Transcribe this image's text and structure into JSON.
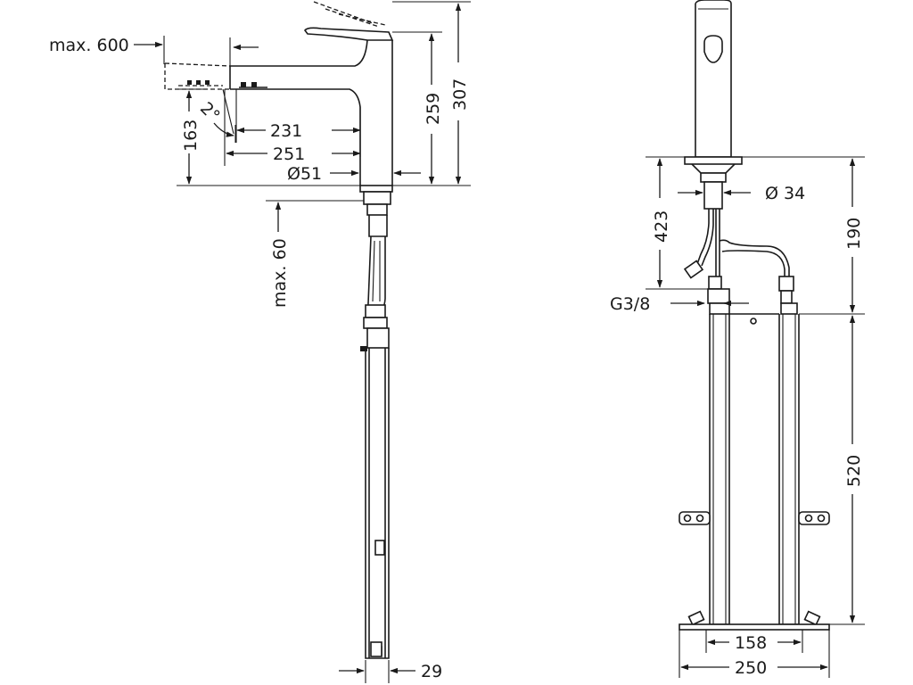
{
  "labels": {
    "max600": "max. 600",
    "d163": "163",
    "angle": "2°",
    "d231": "231",
    "d251": "251",
    "dia51": "Ø51",
    "d259": "259",
    "d307": "307",
    "max60": "max. 60",
    "d29": "29",
    "dia34": "Ø 34",
    "d423": "423",
    "g38": "G3/8",
    "d190": "190",
    "d520": "520",
    "d158": "158",
    "d250": "250"
  }
}
